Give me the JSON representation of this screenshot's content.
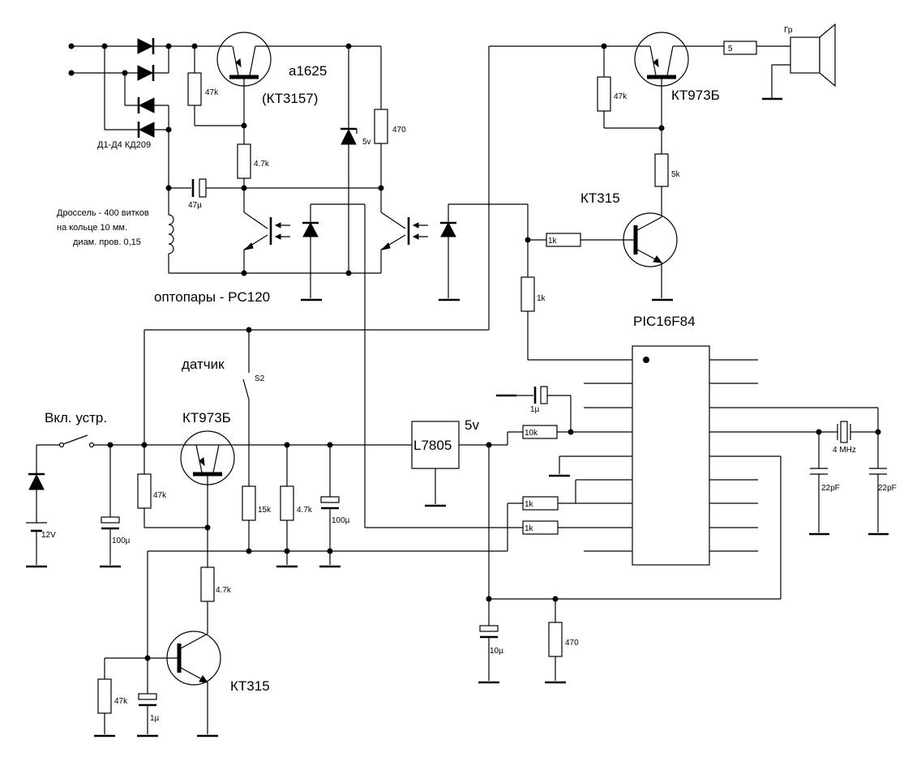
{
  "labels": {
    "q_a1625": "a1625",
    "q_kt3157": "(КТ3157)",
    "q_kt973_top": "КТ973Б",
    "q_kt315_right": "КТ315",
    "q_kt973_left": "КТ973Б",
    "q_kt315_bottom": "КТ315",
    "opto": "оптопары - PC120",
    "pic": "PIC16F84",
    "datchik": "датчик",
    "vkl": "Вкл. устр.",
    "v5": "5v",
    "l7805": "L7805",
    "speaker": "Гр",
    "diodes": "Д1-Д4 КД209",
    "choke_line1": "Дроссель - 400 витков",
    "choke_line2": "на кольце 10 мм.",
    "choke_line3": "диам. пров. 0,15"
  },
  "values": {
    "r47k_top": "47k",
    "r4_7k_top": "4.7k",
    "c47u": "47µ",
    "zener5v": "5v",
    "r470_top": "470",
    "r47k_right": "47k",
    "r5_spk": "5",
    "r5k": "5k",
    "r1k_base": "1k",
    "r1k_vert": "1k",
    "s2": "S2",
    "c1u_top": "1µ",
    "r10k": "10k",
    "xtal": "4 MHz",
    "c22p_1": "22pF",
    "c22p_2": "22pF",
    "r1k_a": "1k",
    "r1k_b": "1k",
    "bat12v": "12V",
    "c100u_left": "100µ",
    "r47k_left": "47k",
    "r15k": "15k",
    "r4_7k_mid": "4.7k",
    "c100u_mid": "100µ",
    "r4_7k_low": "4.7k",
    "r47k_bottom": "47k",
    "c1u_bottom": "1µ",
    "c10u": "10µ",
    "r470_bottom": "470"
  }
}
